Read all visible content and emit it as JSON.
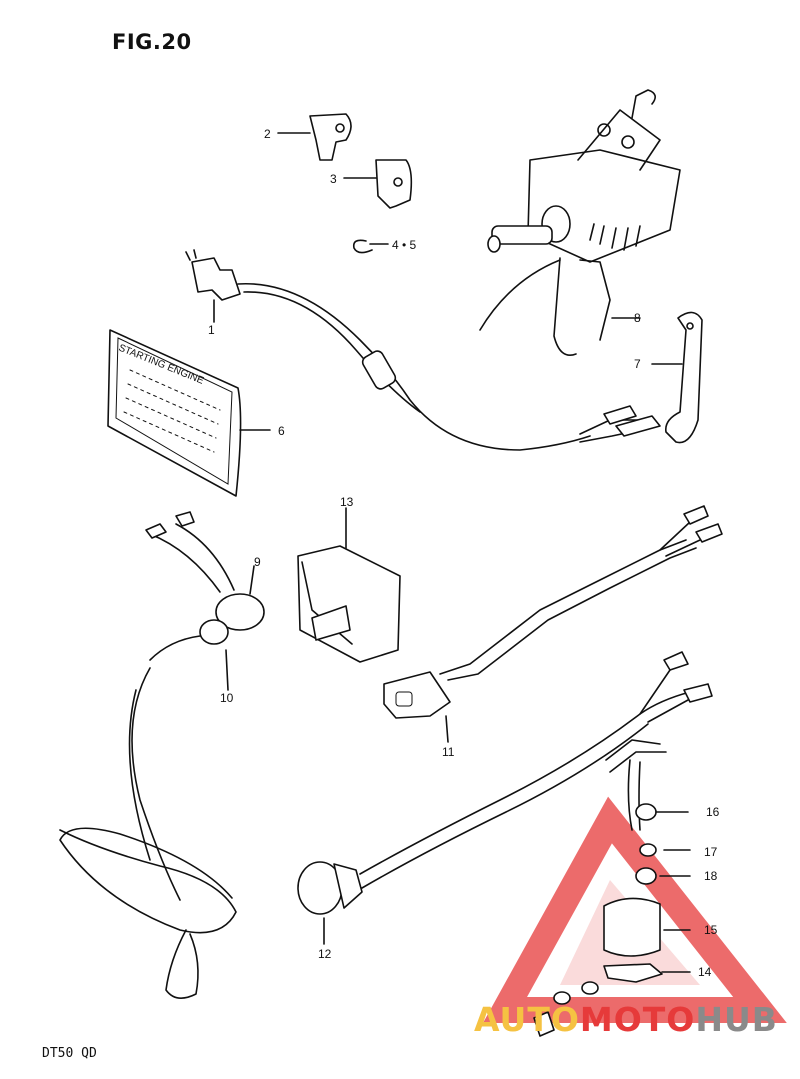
{
  "figure": {
    "title": "FIG.20",
    "model": "DT50 QD"
  },
  "callouts": {
    "p1": "1",
    "p2": "2",
    "p3": "3",
    "p45": "4 • 5",
    "p6": "6",
    "p7": "7",
    "p8": "8",
    "p9": "9",
    "p10": "10",
    "p11": "11",
    "p12": "12",
    "p13": "13",
    "p14": "14",
    "p15": "15",
    "p16": "16",
    "p17": "17",
    "p18": "18"
  },
  "decal": {
    "text": "STARTING ENGINE"
  },
  "watermark": {
    "part1": "AUTO",
    "part2": "MOTO",
    "part3": "HUB",
    "colors": {
      "auto": "#f5c242",
      "moto": "#e63a3a",
      "hub": "#8a8a8a",
      "triangle": "#e63a3a"
    }
  }
}
